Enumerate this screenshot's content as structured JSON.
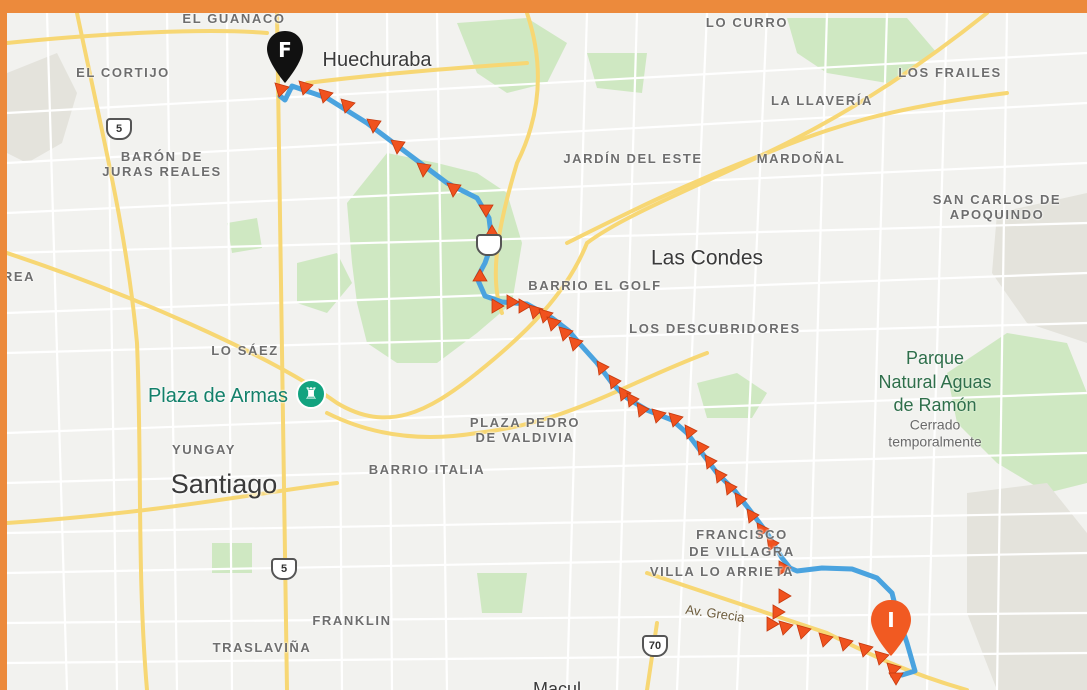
{
  "map": {
    "labels": {
      "el_guanaco": "EL GUANACO",
      "lo_curro": "LO CURRO",
      "huechuraba": "Huechuraba",
      "el_cortijo": "EL CORTIJO",
      "los_frailes": "LOS FRAILES",
      "la_llaveria": "LA LLAVERÍA",
      "baron_1": "BARÓN DE",
      "baron_2": "JURAS REALES",
      "jardin_del_este": "JARDÍN DEL ESTE",
      "mardonal": "MARDOÑAL",
      "san_carlos_1": "SAN CARLOS DE",
      "san_carlos_2": "APOQUINDO",
      "las_condes": "Las Condes",
      "barrio_el_golf": "BARRIO EL GOLF",
      "rea": "REA",
      "los_descubridores": "LOS DESCUBRIDORES",
      "lo_saez": "LO SÁEZ",
      "plaza_de_armas": "Plaza de Armas",
      "parque_1": "Parque",
      "parque_2": "Natural Aguas",
      "parque_3": "de Ramón",
      "parque_status_1": "Cerrado",
      "parque_status_2": "temporalmente",
      "plaza_pedro_1": "PLAZA PEDRO",
      "plaza_pedro_2": "DE VALDIVIA",
      "yungay": "YUNGAY",
      "santiago": "Santiago",
      "barrio_italia": "BARRIO ITALIA",
      "francisco_1": "FRANCISCO",
      "francisco_2": "DE VILLAGRA",
      "villa_lo_arrieta": "VILLA LO ARRIETA",
      "av_grecia": "Av. Grecia",
      "franklin": "FRANKLIN",
      "traslavina": "TRASLAVIÑA",
      "macul": "Macul"
    },
    "route_shields": [
      "5",
      "5",
      "70"
    ],
    "markers": {
      "finish": {
        "letter": "F",
        "color": "#111111"
      },
      "start": {
        "letter": "I",
        "color": "#f15a22"
      }
    },
    "icons": {
      "plaza": "tower-icon"
    },
    "colors": {
      "frame": "#ec8a3c",
      "route": "#4aa3df",
      "arrows": "#f0521e",
      "park": "#cfe8c2",
      "major_road": "#f7d774"
    }
  }
}
